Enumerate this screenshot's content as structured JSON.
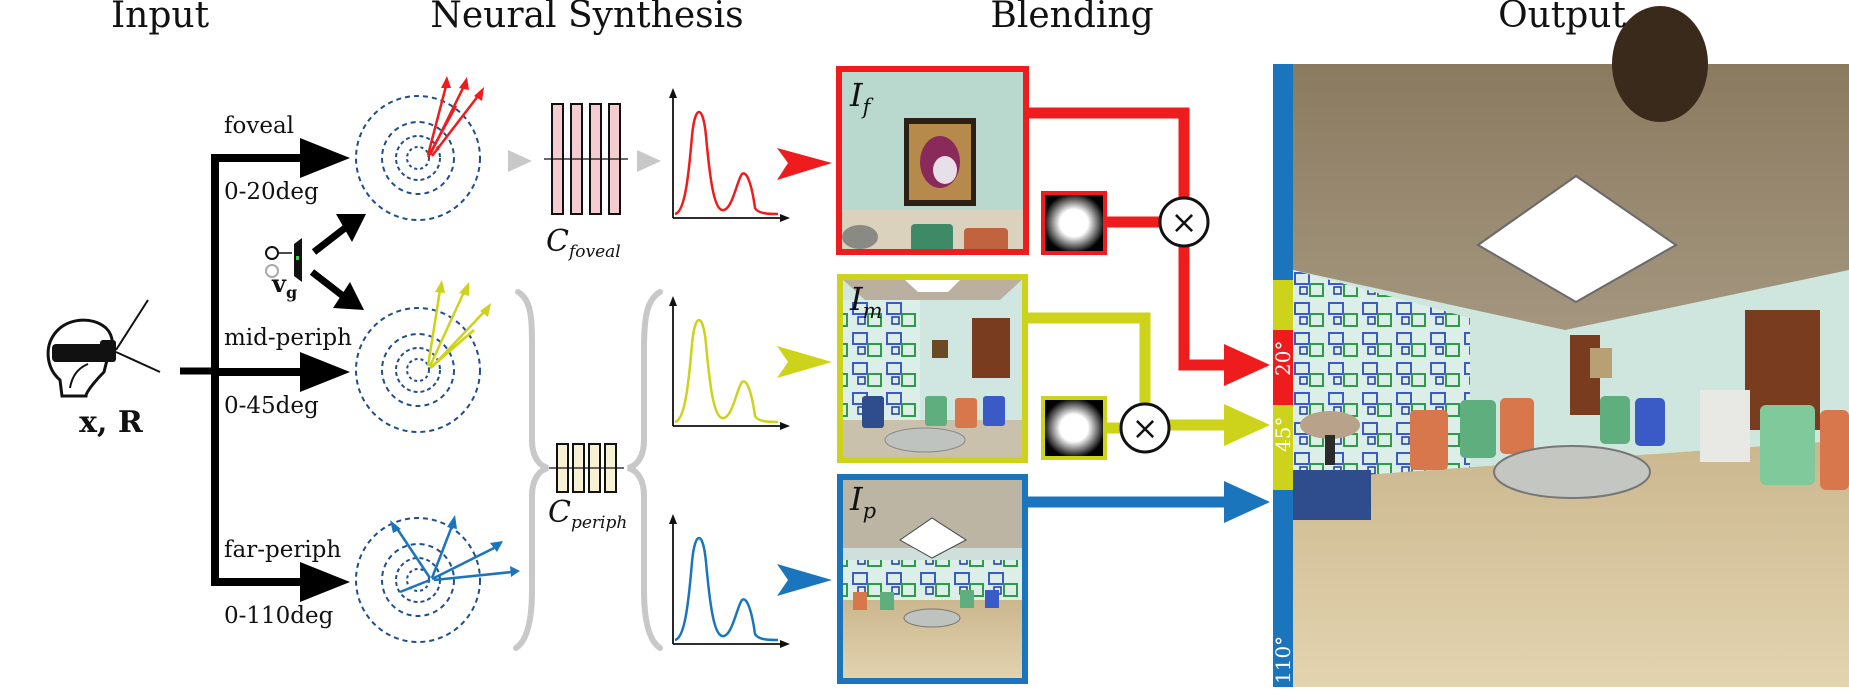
{
  "headers": {
    "input": "Input",
    "synthesis": "Neural Synthesis",
    "blending": "Blending",
    "output": "Output"
  },
  "input": {
    "pose_label": "x, R",
    "gaze_label": "v",
    "gaze_sub": "g"
  },
  "branches": [
    {
      "name": "foveal",
      "range": "0-20deg"
    },
    {
      "name": "mid-periph",
      "range": "0-45deg"
    },
    {
      "name": "far-periph",
      "range": "0-110deg"
    }
  ],
  "networks": {
    "foveal": {
      "symbol": "C",
      "sub": "foveal"
    },
    "periph": {
      "symbol": "C",
      "sub": "periph"
    }
  },
  "images": {
    "foveal": {
      "symbol": "I",
      "sub": "f"
    },
    "mid": {
      "symbol": "I",
      "sub": "m"
    },
    "periph": {
      "symbol": "I",
      "sub": "p"
    }
  },
  "blend_op": "×",
  "fov_bar": {
    "foveal_label": "20°",
    "mid_label": "45°",
    "far_label": "110°"
  },
  "colors": {
    "foveal": "#ee1c1c",
    "mid": "#cdd21a",
    "far": "#1b75bc",
    "arrow": "#000000",
    "gray": "#c8c8c8",
    "circle": "#1f4e8c"
  },
  "icons": [
    "headset-head-icon",
    "eye-gaze-icon",
    "multiply-icon",
    "gaussian-mask-icon"
  ]
}
